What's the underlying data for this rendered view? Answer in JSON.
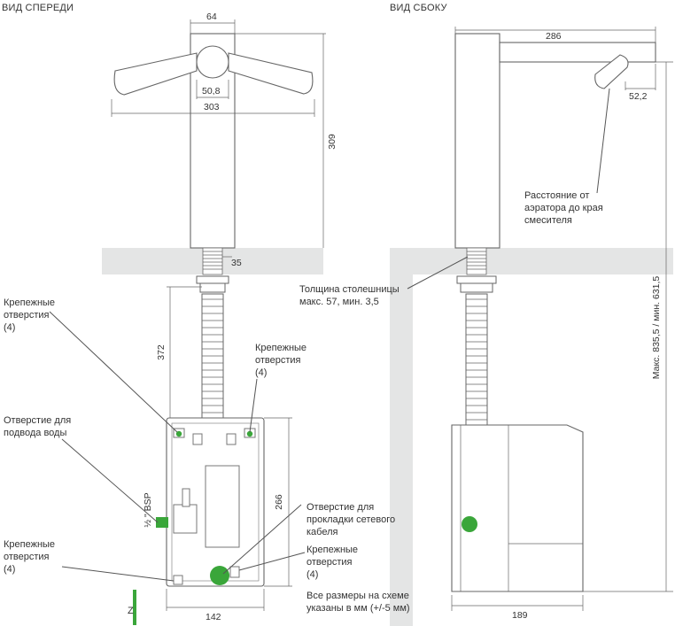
{
  "titles": {
    "front": "ВИД СПЕРЕДИ",
    "side": "ВИД СБОКУ"
  },
  "dims": {
    "d64": "64",
    "d50_8": "50,8",
    "d303": "303",
    "d309": "309",
    "d35": "35",
    "d372": "372",
    "d266": "266",
    "d142": "142",
    "d286": "286",
    "d52_2": "52,2",
    "d189": "189",
    "d_side_height": "Макс. 835,5 / мин. 631,5",
    "bsp": "½ \" BSP",
    "z": "Z"
  },
  "labels": {
    "mount_top_left": [
      "Крепежные",
      "отверстия",
      "(4)"
    ],
    "mount_top_right": [
      "Крепежные",
      "отверстия",
      "(4)"
    ],
    "water_inlet": [
      "Отверстие для",
      "подвода воды"
    ],
    "mount_bottom_left": [
      "Крепежные",
      "отверстия",
      "(4)"
    ],
    "cable_hole": [
      "Отверстие для",
      "прокладки сетевого",
      "кабеля"
    ],
    "mount_bottom_right": [
      "Крепежные",
      "отверстия",
      "(4)"
    ],
    "note": [
      "Все размеры на схеме",
      "указаны в мм (+/-5 мм)"
    ],
    "countertop": [
      "Толщина столешницы",
      "макс. 57, мин. 3,5"
    ],
    "aerator": [
      "Расстояние от",
      "аэратора до края",
      "смесителя"
    ]
  },
  "colors": {
    "counter": "#e4e5e5",
    "green": "#3aa63a",
    "line": "#666666"
  }
}
